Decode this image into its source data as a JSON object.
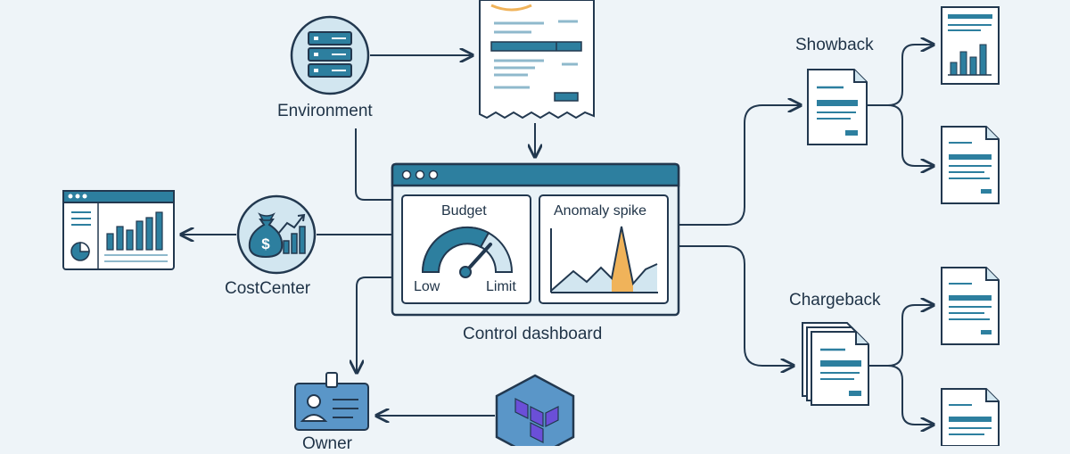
{
  "labels": {
    "environment": "Environment",
    "costcenter": "CostCenter",
    "owner": "Owner",
    "dashboard": "Control dashboard",
    "showback": "Showback",
    "chargeback": "Chargeback"
  },
  "dashboard": {
    "budget_title": "Budget",
    "low_label": "Low",
    "limit_label": "Limit",
    "anomaly_title": "Anomaly spike"
  },
  "colors": {
    "stroke": "#22384f",
    "teal": "#2d7f9f",
    "light_blue": "#d2e6f0",
    "accent": "#f0b35a",
    "terraform": "#6b4fd8",
    "background": "#eef4f8"
  }
}
